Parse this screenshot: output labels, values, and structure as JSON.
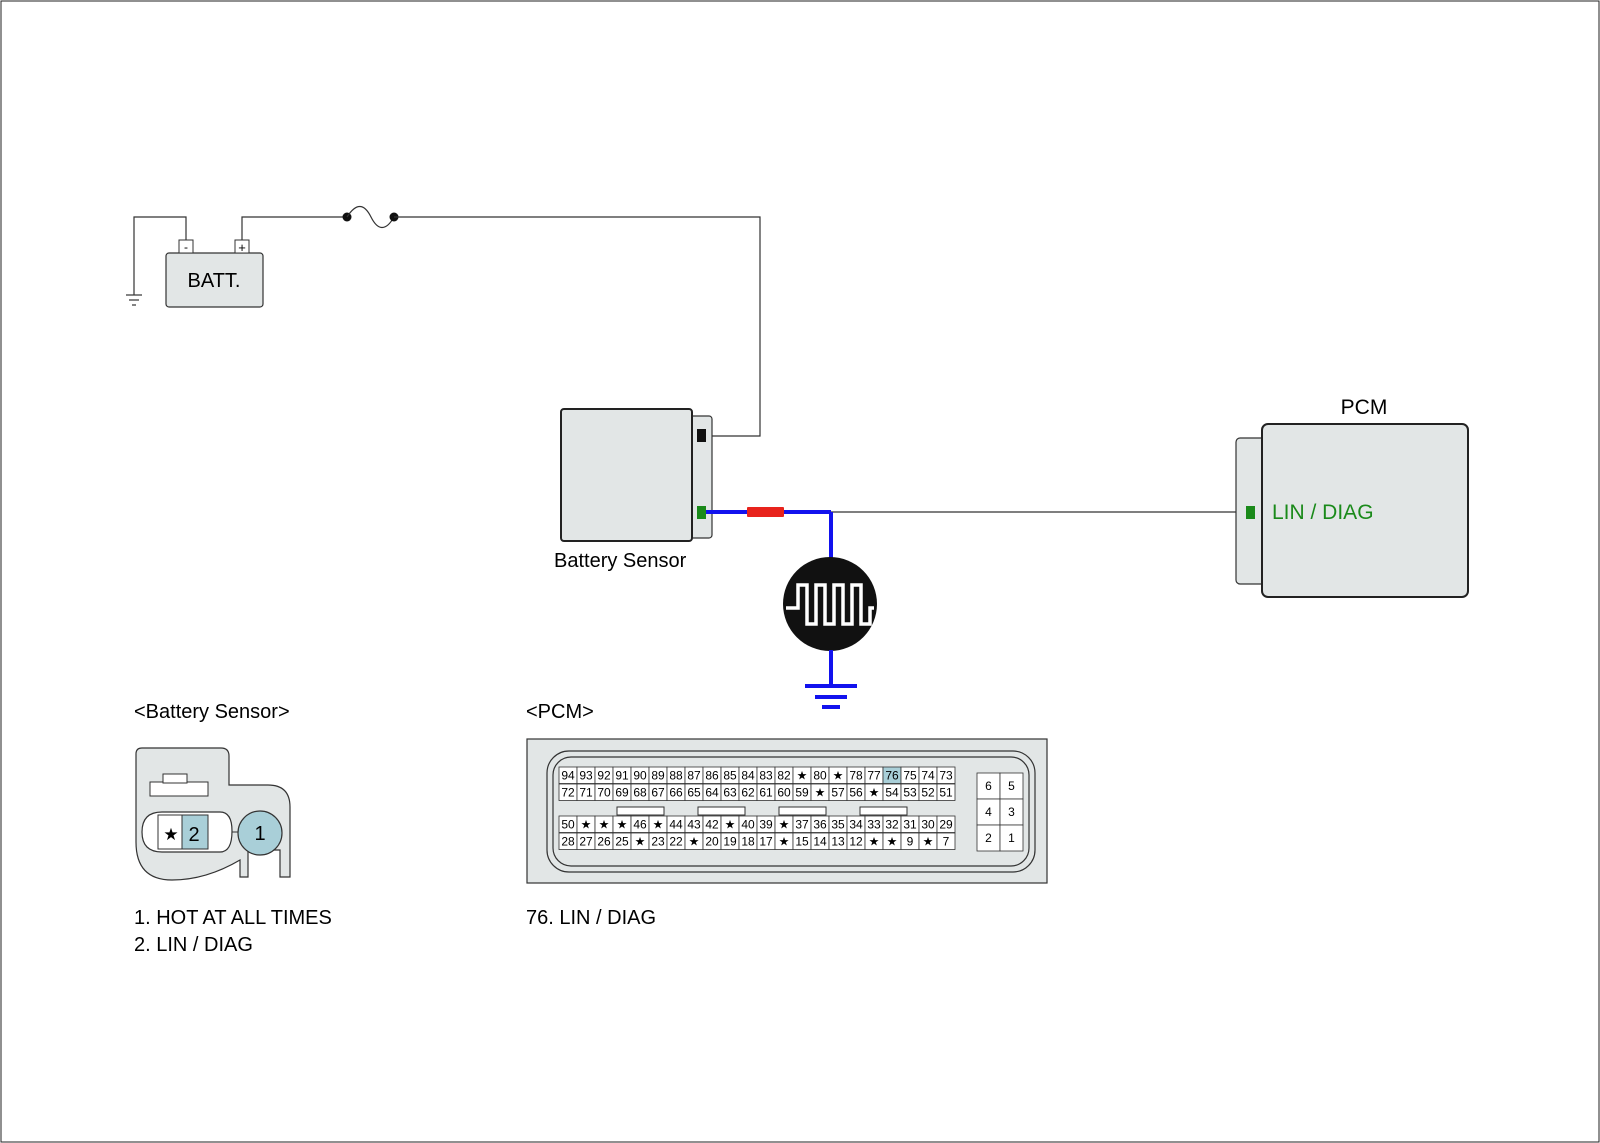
{
  "colors": {
    "component_fill": "#e2e6e6",
    "lin_wire": "#1212ee",
    "lin_label": "#1a8a1a",
    "pin_green": "#1a8a1a",
    "pin_black": "#111111",
    "resistor_red": "#e8231c",
    "pin_highlight": "#a9cfd8"
  },
  "battery": {
    "label": "BATT.",
    "minus": "-",
    "plus": "+"
  },
  "battery_sensor": {
    "label": "Battery Sensor"
  },
  "pcm": {
    "label": "PCM",
    "pin_label": "LIN / DIAG"
  },
  "battery_sensor_connector": {
    "title": "<Battery Sensor>",
    "pins": {
      "pin_star": "★",
      "pin2": "2",
      "pin1": "1"
    },
    "legend": [
      "1. HOT AT ALL TIMES",
      "2. LIN / DIAG"
    ]
  },
  "pcm_connector": {
    "title": "<PCM>",
    "highlight_pin": "76",
    "rows": [
      [
        "94",
        "93",
        "92",
        "91",
        "90",
        "89",
        "88",
        "87",
        "86",
        "85",
        "84",
        "83",
        "82",
        "★",
        "80",
        "★",
        "78",
        "77",
        "76",
        "75",
        "74",
        "73"
      ],
      [
        "72",
        "71",
        "70",
        "69",
        "68",
        "67",
        "66",
        "65",
        "64",
        "63",
        "62",
        "61",
        "60",
        "59",
        "★",
        "57",
        "56",
        "★",
        "54",
        "53",
        "52",
        "51"
      ],
      [
        "50",
        "★",
        "★",
        "★",
        "46",
        "★",
        "44",
        "43",
        "42",
        "★",
        "40",
        "39",
        "★",
        "37",
        "36",
        "35",
        "34",
        "33",
        "32",
        "31",
        "30",
        "29"
      ],
      [
        "28",
        "27",
        "26",
        "25",
        "★",
        "23",
        "22",
        "★",
        "20",
        "19",
        "18",
        "17",
        "★",
        "15",
        "14",
        "13",
        "12",
        "★",
        "★",
        "9",
        "★",
        "7"
      ]
    ],
    "small_grid": [
      [
        "6",
        "5"
      ],
      [
        "4",
        "3"
      ],
      [
        "2",
        "1"
      ]
    ],
    "legend": [
      "76. LIN / DIAG"
    ]
  }
}
